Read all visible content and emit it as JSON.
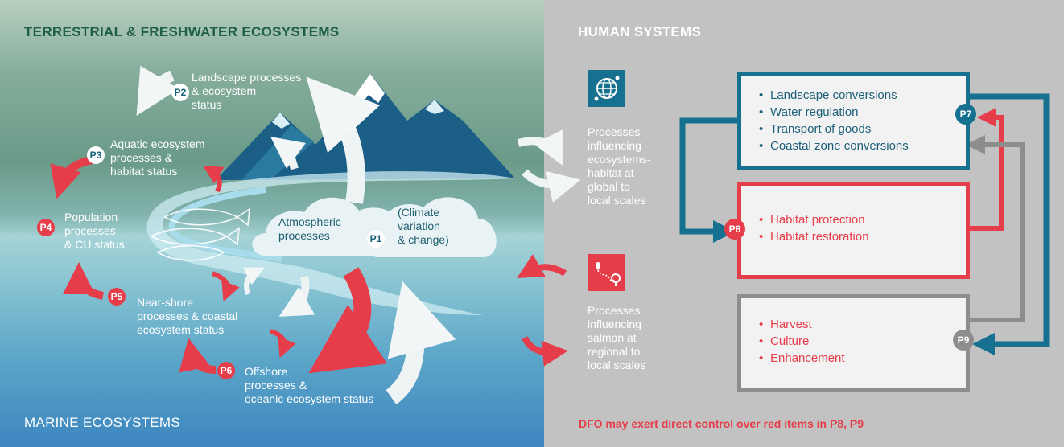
{
  "titles": {
    "terrestrial": "TERRESTRIAL & FRESHWATER ECOSYSTEMS",
    "marine": "MARINE ECOSYSTEMS",
    "human": "HUMAN SYSTEMS"
  },
  "processes": {
    "p1": {
      "badge": "P1",
      "atmo": "Atmospheric\nprocesses",
      "climate": "(Climate\nvariation\n& change)"
    },
    "p2": {
      "badge": "P2",
      "label": "Landscape processes\n& ecosystem\nstatus"
    },
    "p3": {
      "badge": "P3",
      "label": "Aquatic ecosystem\nprocesses &\nhabitat status"
    },
    "p4": {
      "badge": "P4",
      "label": "Population\nprocesses\n& CU status"
    },
    "p5": {
      "badge": "P5",
      "label": "Near-shore\nprocesses & coastal\necosystem status"
    },
    "p6": {
      "badge": "P6",
      "label": "Offshore\nprocesses &\noceanic ecosystem status"
    }
  },
  "human": {
    "global_label": "Processes\ninfluencing\necosystems-\nhabitat at\nglobal to\nlocal scales",
    "regional_label": "Processes\ninfluencing\nsalmon at\nregional to\nlocal scales",
    "icons": {
      "global": "globe-network-icon",
      "regional": "map-route-icon"
    },
    "p7": {
      "badge": "P7",
      "items": [
        "Landscape conversions",
        "Water regulation",
        "Transport of goods",
        "Coastal zone conversions"
      ]
    },
    "p8": {
      "badge": "P8",
      "items": [
        "Habitat protection",
        "Habitat restoration"
      ]
    },
    "p9": {
      "badge": "P9",
      "items": [
        "Harvest",
        "Culture",
        "Enhancement"
      ]
    },
    "note": "DFO may exert direct control over red items in P8, P9"
  },
  "colors": {
    "red": "#e63d4a",
    "teal": "#16708f",
    "grey": "#8e8d8d",
    "dark_green": "#1e5f46"
  }
}
